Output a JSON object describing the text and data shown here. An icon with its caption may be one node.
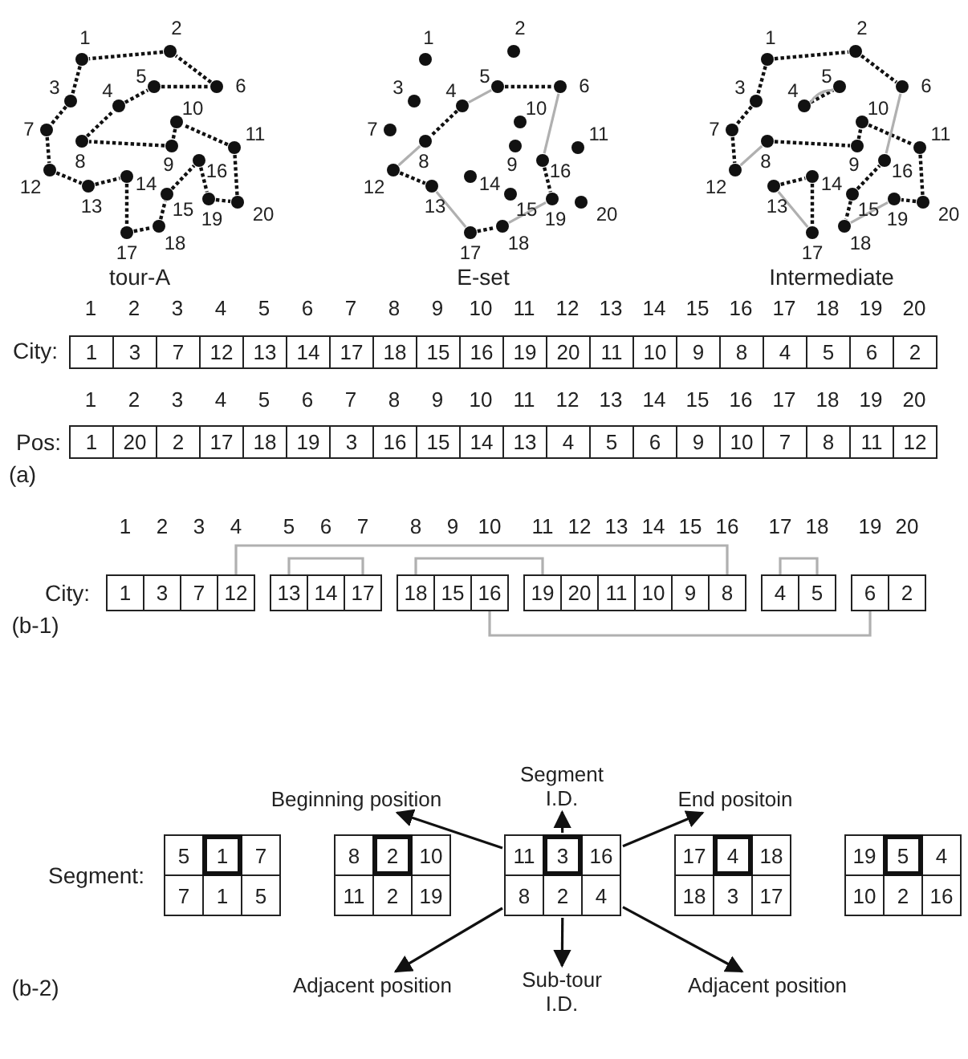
{
  "diagram": {
    "nodes": [
      {
        "text": [],
        "shape": "circle",
        "beside": [
          "1"
        ]
      },
      {
        "text": [],
        "shape": "circle",
        "beside": [
          "2"
        ]
      },
      {
        "text": [],
        "shape": "circle",
        "beside": [
          "3"
        ]
      },
      {
        "text": [],
        "shape": "circle",
        "beside": [
          "4"
        ]
      },
      {
        "text": [],
        "shape": "circle",
        "beside": [
          "5"
        ]
      },
      {
        "text": [],
        "shape": "circle",
        "beside": [
          "6"
        ]
      },
      {
        "text": [],
        "shape": "circle",
        "beside": [
          "7"
        ]
      },
      {
        "text": [],
        "shape": "circle",
        "beside": [
          "8"
        ]
      },
      {
        "text": [],
        "shape": "circle",
        "beside": [
          "9"
        ]
      },
      {
        "text": [],
        "shape": "circle",
        "beside": [
          "10"
        ]
      },
      {
        "text": [],
        "shape": "circle",
        "beside": [
          "11"
        ]
      },
      {
        "text": [],
        "shape": "circle",
        "beside": [
          "12"
        ]
      },
      {
        "text": [],
        "shape": "circle",
        "beside": [
          "13"
        ]
      },
      {
        "text": [],
        "shape": "circle",
        "beside": [
          "14"
        ]
      },
      {
        "text": [],
        "shape": "circle",
        "beside": [
          "15"
        ]
      },
      {
        "text": [],
        "shape": "circle",
        "beside": [
          "16"
        ]
      },
      {
        "text": [],
        "shape": "circle",
        "beside": [
          "17"
        ]
      },
      {
        "text": [],
        "shape": "circle",
        "beside": [
          "18"
        ]
      },
      {
        "text": [],
        "shape": "circle",
        "beside": [
          "19"
        ]
      },
      {
        "text": [],
        "shape": "circle",
        "beside": [
          "20"
        ]
      },
      {
        "text": [],
        "shape": "circle",
        "beside": [
          "1"
        ]
      },
      {
        "text": [],
        "shape": "circle",
        "beside": [
          "2"
        ]
      },
      {
        "text": [],
        "shape": "circle",
        "beside": [
          "3"
        ]
      },
      {
        "text": [],
        "shape": "circle",
        "beside": [
          "4"
        ]
      },
      {
        "text": [],
        "shape": "circle",
        "beside": [
          "5"
        ]
      },
      {
        "text": [],
        "shape": "circle",
        "beside": [
          "6"
        ]
      },
      {
        "text": [],
        "shape": "circle",
        "beside": [
          "7"
        ]
      },
      {
        "text": [],
        "shape": "circle",
        "beside": [
          "8"
        ]
      },
      {
        "text": [],
        "shape": "circle",
        "beside": [
          "9"
        ]
      },
      {
        "text": [],
        "shape": "circle",
        "beside": [
          "10"
        ]
      },
      {
        "text": [],
        "shape": "circle",
        "beside": [
          "11"
        ]
      },
      {
        "text": [],
        "shape": "circle",
        "beside": [
          "12"
        ]
      },
      {
        "text": [],
        "shape": "circle",
        "beside": [
          "13"
        ]
      },
      {
        "text": [],
        "shape": "circle",
        "beside": [
          "14"
        ]
      },
      {
        "text": [],
        "shape": "circle",
        "beside": [
          "15"
        ]
      },
      {
        "text": [],
        "shape": "circle",
        "beside": [
          "16"
        ]
      },
      {
        "text": [],
        "shape": "circle",
        "beside": [
          "17"
        ]
      },
      {
        "text": [],
        "shape": "circle",
        "beside": [
          "18"
        ]
      },
      {
        "text": [],
        "shape": "circle",
        "beside": [
          "19"
        ]
      },
      {
        "text": [],
        "shape": "circle",
        "beside": [
          "20"
        ]
      },
      {
        "text": [],
        "shape": "circle",
        "beside": [
          "1"
        ]
      },
      {
        "text": [],
        "shape": "circle",
        "beside": [
          "2"
        ]
      },
      {
        "text": [],
        "shape": "circle",
        "beside": [
          "3"
        ]
      },
      {
        "text": [],
        "shape": "circle",
        "beside": [
          "4"
        ]
      },
      {
        "text": [],
        "shape": "circle",
        "beside": [
          "5"
        ]
      },
      {
        "text": [],
        "shape": "circle",
        "beside": [
          "6"
        ]
      },
      {
        "text": [],
        "shape": "circle",
        "beside": [
          "7"
        ]
      },
      {
        "text": [],
        "shape": "circle",
        "beside": [
          "8"
        ]
      },
      {
        "text": [],
        "shape": "circle",
        "beside": [
          "9"
        ]
      },
      {
        "text": [],
        "shape": "circle",
        "beside": [
          "10"
        ]
      },
      {
        "text": [],
        "shape": "circle",
        "beside": [
          "11"
        ]
      },
      {
        "text": [],
        "shape": "circle",
        "beside": [
          "12"
        ]
      },
      {
        "text": [],
        "shape": "circle",
        "beside": [
          "13"
        ]
      },
      {
        "text": [],
        "shape": "circle",
        "beside": [
          "14"
        ]
      },
      {
        "text": [],
        "shape": "circle",
        "beside": [
          "15"
        ]
      },
      {
        "text": [],
        "shape": "circle",
        "beside": [
          "16"
        ]
      },
      {
        "text": [],
        "shape": "circle",
        "beside": [
          "17"
        ]
      },
      {
        "text": [],
        "shape": "circle",
        "beside": [
          "18"
        ]
      },
      {
        "text": [],
        "shape": "circle",
        "beside": [
          "19"
        ]
      },
      {
        "text": [],
        "shape": "circle",
        "beside": [
          "20"
        ]
      },
      {
        "text": [
          "1"
        ]
      },
      {
        "text": [
          "3"
        ]
      },
      {
        "text": [
          "7"
        ]
      },
      {
        "text": [
          "12"
        ]
      },
      {
        "text": [
          "13"
        ]
      },
      {
        "text": [
          "14"
        ]
      },
      {
        "text": [
          "17"
        ]
      },
      {
        "text": [
          "18"
        ]
      },
      {
        "text": [
          "15"
        ]
      },
      {
        "text": [
          "16"
        ]
      },
      {
        "text": [
          "19"
        ]
      },
      {
        "text": [
          "20"
        ]
      },
      {
        "text": [
          "11"
        ]
      },
      {
        "text": [
          "10"
        ]
      },
      {
        "text": [
          "9"
        ]
      },
      {
        "text": [
          "8"
        ]
      },
      {
        "text": [
          "4"
        ]
      },
      {
        "text": [
          "5"
        ]
      },
      {
        "text": [
          "6"
        ]
      },
      {
        "text": [
          "2"
        ]
      },
      {
        "text": [
          "5"
        ]
      },
      {
        "text": [
          "1"
        ]
      },
      {
        "text": [
          "7"
        ]
      },
      {
        "text": [
          "7"
        ]
      },
      {
        "text": [
          "1"
        ]
      },
      {
        "text": [
          "5"
        ]
      },
      {
        "text": [
          "8"
        ]
      },
      {
        "text": [
          "2"
        ]
      },
      {
        "text": [
          "10"
        ]
      },
      {
        "text": [
          "11"
        ]
      },
      {
        "text": [
          "2"
        ]
      },
      {
        "text": [
          "19"
        ]
      },
      {
        "text": [
          "11"
        ]
      },
      {
        "text": [
          "3"
        ]
      },
      {
        "text": [
          "16"
        ]
      },
      {
        "text": [
          "8"
        ]
      },
      {
        "text": [
          "2"
        ]
      },
      {
        "text": [
          "4"
        ]
      },
      {
        "text": [
          "17"
        ]
      },
      {
        "text": [
          "4"
        ]
      },
      {
        "text": [
          "18"
        ]
      },
      {
        "text": [
          "18"
        ]
      },
      {
        "text": [
          "3"
        ]
      },
      {
        "text": [
          "17"
        ]
      },
      {
        "text": [
          "19"
        ]
      },
      {
        "text": [
          "5"
        ]
      },
      {
        "text": [
          "4"
        ]
      },
      {
        "text": [
          "10"
        ]
      },
      {
        "text": [
          "2"
        ]
      },
      {
        "text": [
          "16"
        ]
      },
      {
        "text": [
          "Beginning position"
        ]
      },
      {
        "text": [
          "Segment I.D."
        ]
      },
      {
        "text": [
          "End positoin"
        ]
      },
      {
        "text": [
          "Adjacent position"
        ]
      },
      {
        "text": [
          "Sub-tour I.D."
        ]
      },
      {
        "text": [
          "Adjacent position"
        ]
      }
    ],
    "edges": [
      {
        "from": 0,
        "to": 2,
        "arrow": "none",
        "style": "dashed"
      },
      {
        "from": 2,
        "to": 6,
        "arrow": "none",
        "style": "dashed"
      },
      {
        "from": 6,
        "to": 11,
        "arrow": "none",
        "style": "dashed"
      },
      {
        "from": 11,
        "to": 12,
        "arrow": "none",
        "style": "dashed"
      },
      {
        "from": 12,
        "to": 13,
        "arrow": "none",
        "style": "dashed"
      },
      {
        "from": 13,
        "to": 16,
        "arrow": "none",
        "style": "dashed"
      },
      {
        "from": 16,
        "to": 17,
        "arrow": "none",
        "style": "dashed"
      },
      {
        "from": 17,
        "to": 14,
        "arrow": "none",
        "style": "dashed"
      },
      {
        "from": 14,
        "to": 15,
        "arrow": "none",
        "style": "dashed"
      },
      {
        "from": 15,
        "to": 18,
        "arrow": "none",
        "style": "dashed"
      },
      {
        "from": 18,
        "to": 19,
        "arrow": "none",
        "style": "dashed"
      },
      {
        "from": 19,
        "to": 10,
        "arrow": "none",
        "style": "dashed"
      },
      {
        "from": 10,
        "to": 9,
        "arrow": "none",
        "style": "dashed"
      },
      {
        "from": 9,
        "to": 8,
        "arrow": "none",
        "style": "dashed"
      },
      {
        "from": 8,
        "to": 7,
        "arrow": "none",
        "style": "dashed"
      },
      {
        "from": 7,
        "to": 3,
        "arrow": "none",
        "style": "dashed"
      },
      {
        "from": 3,
        "to": 4,
        "arrow": "none",
        "style": "dashed"
      },
      {
        "from": 4,
        "to": 5,
        "arrow": "none",
        "style": "dashed"
      },
      {
        "from": 5,
        "to": 1,
        "arrow": "none",
        "style": "dashed"
      },
      {
        "from": 1,
        "to": 0,
        "arrow": "none",
        "style": "dashed"
      },
      {
        "from": 23,
        "to": 27,
        "arrow": "none",
        "style": "dashed"
      },
      {
        "from": 24,
        "to": 25,
        "arrow": "none",
        "style": "dashed"
      },
      {
        "from": 31,
        "to": 32,
        "arrow": "none",
        "style": "dashed"
      },
      {
        "from": 36,
        "to": 37,
        "arrow": "none",
        "style": "dashed"
      },
      {
        "from": 35,
        "to": 38,
        "arrow": "none",
        "style": "dashed"
      },
      {
        "from": 23,
        "to": 24,
        "arrow": "none",
        "color": "#b0b0b0"
      },
      {
        "from": 27,
        "to": 31,
        "arrow": "none",
        "color": "#b0b0b0"
      },
      {
        "from": 32,
        "to": 36,
        "arrow": "none",
        "color": "#b0b0b0"
      },
      {
        "from": 37,
        "to": 38,
        "arrow": "none",
        "color": "#b0b0b0"
      },
      {
        "from": 25,
        "to": 35,
        "arrow": "none",
        "color": "#b0b0b0"
      },
      {
        "from": 40,
        "to": 41,
        "arrow": "none",
        "style": "dashed"
      },
      {
        "from": 41,
        "to": 45,
        "arrow": "none",
        "style": "dashed"
      },
      {
        "from": 40,
        "to": 42,
        "arrow": "none",
        "style": "dashed"
      },
      {
        "from": 42,
        "to": 46,
        "arrow": "none",
        "style": "dashed"
      },
      {
        "from": 46,
        "to": 51,
        "arrow": "none",
        "style": "dashed"
      },
      {
        "from": 43,
        "to": 44,
        "arrow": "none",
        "style": "dashed"
      },
      {
        "from": 47,
        "to": 48,
        "arrow": "none",
        "style": "dashed"
      },
      {
        "from": 48,
        "to": 49,
        "arrow": "none",
        "style": "dashed"
      },
      {
        "from": 49,
        "to": 50,
        "arrow": "none",
        "style": "dashed"
      },
      {
        "from": 50,
        "to": 59,
        "arrow": "none",
        "style": "dashed"
      },
      {
        "from": 59,
        "to": 58,
        "arrow": "none",
        "style": "dashed"
      },
      {
        "from": 52,
        "to": 53,
        "arrow": "none",
        "style": "dashed"
      },
      {
        "from": 53,
        "to": 56,
        "arrow": "none",
        "style": "dashed"
      },
      {
        "from": 54,
        "to": 55,
        "arrow": "none",
        "style": "dashed"
      },
      {
        "from": 54,
        "to": 57,
        "arrow": "none",
        "style": "dashed"
      },
      {
        "from": 43,
        "to": 44,
        "arrow": "none",
        "color": "#b0b0b0"
      },
      {
        "from": 47,
        "to": 51,
        "arrow": "none",
        "color": "#b0b0b0"
      },
      {
        "from": 52,
        "to": 56,
        "arrow": "none",
        "color": "#b0b0b0"
      },
      {
        "from": 57,
        "to": 58,
        "arrow": "none",
        "color": "#b0b0b0"
      },
      {
        "from": 45,
        "to": 55,
        "arrow": "none",
        "color": "#b0b0b0"
      },
      {
        "from": 63,
        "to": 75,
        "arrow": "none",
        "color": "#b0b0b0"
      },
      {
        "from": 64,
        "to": 66,
        "arrow": "none",
        "color": "#b0b0b0"
      },
      {
        "from": 67,
        "to": 70,
        "arrow": "none",
        "color": "#b0b0b0"
      },
      {
        "from": 76,
        "to": 77,
        "arrow": "none",
        "color": "#b0b0b0"
      },
      {
        "from": 69,
        "to": 78,
        "arrow": "none",
        "color": "#b0b0b0"
      },
      {
        "from": 92,
        "to": 110,
        "arrow": "to"
      },
      {
        "from": 93,
        "to": 111,
        "arrow": "to"
      },
      {
        "from": 94,
        "to": 112,
        "arrow": "to"
      },
      {
        "from": 95,
        "to": 113,
        "arrow": "to"
      },
      {
        "from": 96,
        "to": 114,
        "arrow": "to"
      },
      {
        "from": 97,
        "to": 115,
        "arrow": "to"
      }
    ],
    "labels": [
      "tour-A",
      "E-set",
      "Intermediate",
      "1",
      "2",
      "3",
      "4",
      "5",
      "6",
      "7",
      "8",
      "9",
      "10",
      "11",
      "12",
      "13",
      "14",
      "15",
      "16",
      "17",
      "18",
      "19",
      "20",
      "City:",
      "1",
      "3",
      "7",
      "12",
      "13",
      "14",
      "17",
      "18",
      "15",
      "16",
      "19",
      "20",
      "11",
      "10",
      "9",
      "8",
      "4",
      "5",
      "6",
      "2",
      "1",
      "2",
      "3",
      "4",
      "5",
      "6",
      "7",
      "8",
      "9",
      "10",
      "11",
      "12",
      "13",
      "14",
      "15",
      "16",
      "17",
      "18",
      "19",
      "20",
      "Pos:",
      "1",
      "20",
      "2",
      "17",
      "18",
      "19",
      "3",
      "16",
      "15",
      "14",
      "13",
      "4",
      "5",
      "6",
      "9",
      "10",
      "7",
      "8",
      "11",
      "12",
      "(a)",
      "1",
      "2",
      "3",
      "4",
      "5",
      "6",
      "7",
      "8",
      "9",
      "10",
      "11",
      "12",
      "13",
      "14",
      "15",
      "16",
      "17",
      "18",
      "19",
      "20",
      "City:",
      "(b-1)",
      "Segment:",
      "(b-2)"
    ]
  }
}
